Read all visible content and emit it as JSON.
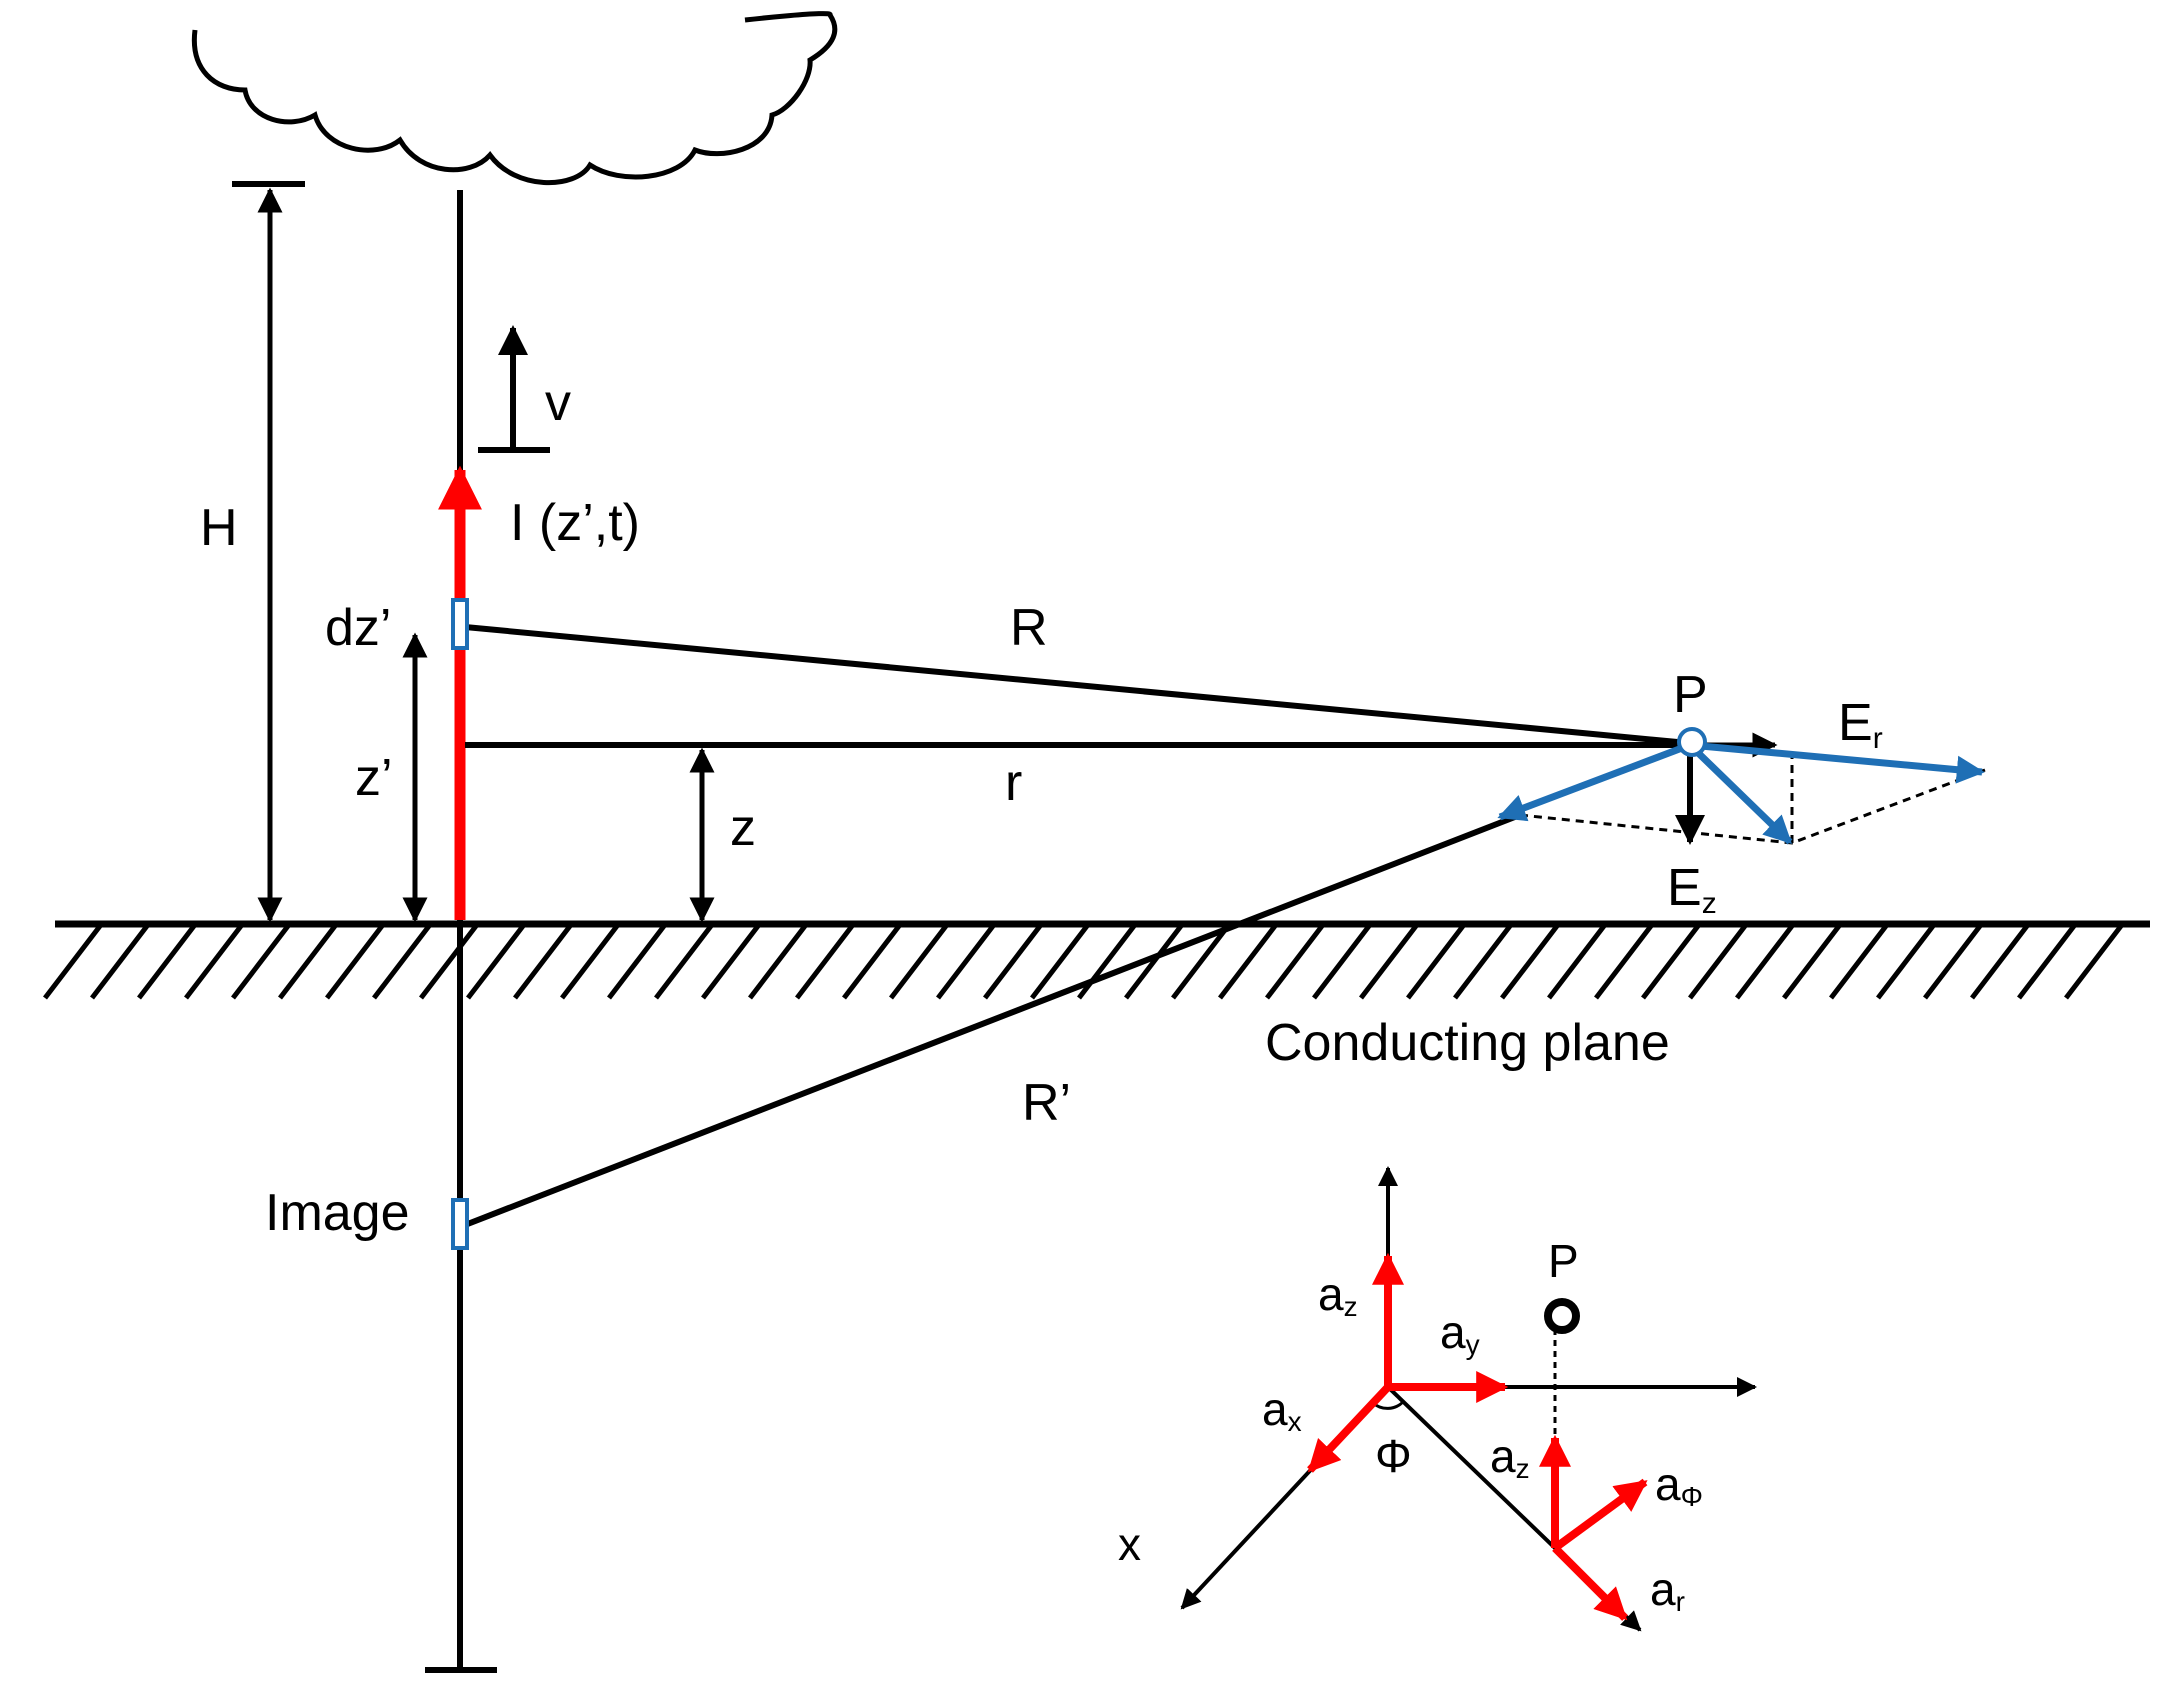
{
  "labels": {
    "height": "H",
    "velocity": "v",
    "current": "I (z’,t)",
    "element": "dz’",
    "source_height": "z’",
    "observer_height": "z",
    "direct_distance": "R",
    "horizontal_distance": "r",
    "image_distance": "R’",
    "point": "P",
    "radial_field": "E",
    "radial_field_sub": "r",
    "vertical_field": "E",
    "vertical_field_sub": "z",
    "plane": "Conducting plane",
    "image": "Image"
  },
  "coord_labels": {
    "point": "P",
    "x_axis": "x",
    "phi": "Φ",
    "a": "a",
    "z_sub": "z",
    "y_sub": "y",
    "x_sub": "x",
    "phi_sub": "Φ",
    "r_sub": "r"
  },
  "colors": {
    "channel_current": "#ff0000",
    "field_vectors": "#1f6fb5",
    "unit_vectors": "#ff0000",
    "lines": "#000000",
    "marker_outline": "#1f6fb5"
  }
}
